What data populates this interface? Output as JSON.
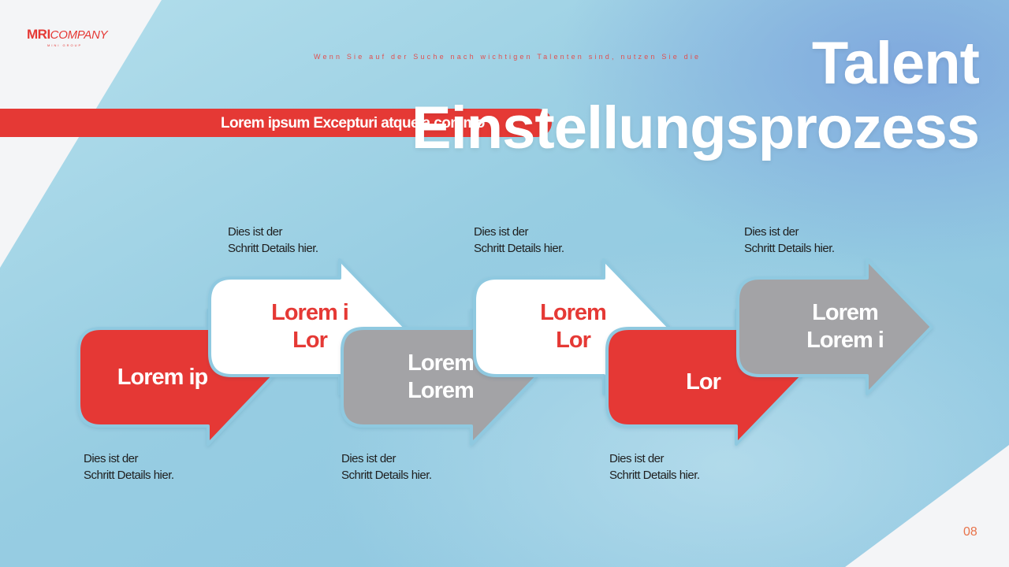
{
  "logo": {
    "mark": "MRI",
    "company": "COMPANY",
    "sub": "MINI GROUP"
  },
  "tagline": "Wenn Sie auf der Suche nach wichtigen Talenten sind, nutzen Sie die",
  "banner": {
    "text": "Lorem ipsum Excepturi atque a commo"
  },
  "title": {
    "line1": "Talent",
    "line2": "Einstellungsprozess"
  },
  "steps": [
    {
      "label": "Lorem ip",
      "color": "#e53935",
      "description": {
        "line1": "Dies ist der",
        "line2": "Schritt Details hier."
      }
    },
    {
      "label_line1": "Lorem i",
      "label_line2": "Lor",
      "color": "#ffffff",
      "description": {
        "line1": "Dies ist der",
        "line2": "Schritt Details hier."
      }
    },
    {
      "label_line1": "Lorem",
      "label_line2": "Lorem",
      "color": "#a3a3a6",
      "description": {
        "line1": "Dies ist der",
        "line2": "Schritt Details hier."
      }
    },
    {
      "label_line1": "Lorem",
      "label_line2": "Lor",
      "color": "#ffffff",
      "description": {
        "line1": "Dies ist der",
        "line2": "Schritt Details hier."
      }
    },
    {
      "label": "Lor",
      "color": "#e53935",
      "description": {
        "line1": "Dies ist der",
        "line2": "Schritt Details hier."
      }
    },
    {
      "label_line1": "Lorem",
      "label_line2": "Lorem i",
      "color": "#a3a3a6",
      "description": {
        "line1": "Dies ist der",
        "line2": "Schritt Details hier."
      }
    }
  ],
  "page_number": "08",
  "colors": {
    "accent_red": "#e53935",
    "arrow_gray": "#a3a3a6",
    "background_blue": "#8fc9e0",
    "page_number": "#e8734a"
  }
}
